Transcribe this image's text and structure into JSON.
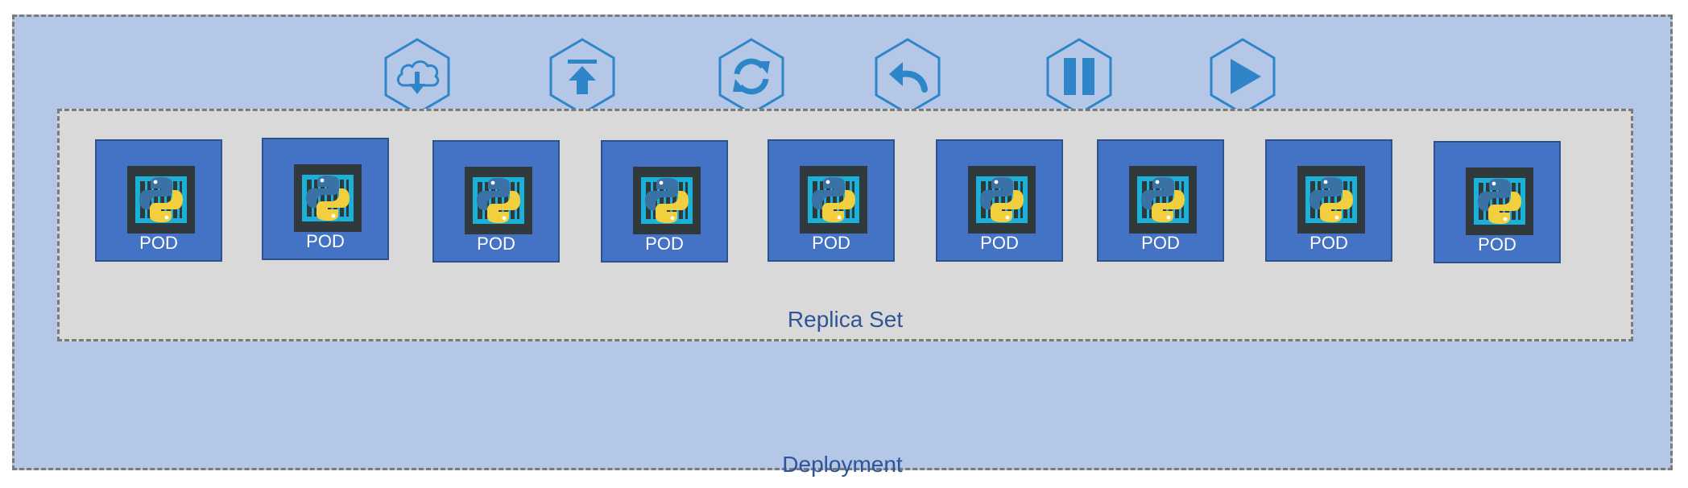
{
  "diagram": {
    "deployment": {
      "label": "Deployment"
    },
    "replica_set": {
      "label": "Replica Set"
    },
    "actions": [
      {
        "icon": "cloud-download-icon"
      },
      {
        "icon": "upload-icon"
      },
      {
        "icon": "refresh-icon"
      },
      {
        "icon": "undo-icon"
      },
      {
        "icon": "pause-icon"
      },
      {
        "icon": "play-icon"
      }
    ],
    "pods": [
      {
        "label": "POD",
        "icon": "python-container-icon"
      },
      {
        "label": "POD",
        "icon": "python-container-icon"
      },
      {
        "label": "POD",
        "icon": "python-container-icon"
      },
      {
        "label": "POD",
        "icon": "python-container-icon"
      },
      {
        "label": "POD",
        "icon": "python-container-icon"
      },
      {
        "label": "POD",
        "icon": "python-container-icon"
      },
      {
        "label": "POD",
        "icon": "python-container-icon"
      },
      {
        "label": "POD",
        "icon": "python-container-icon"
      },
      {
        "label": "POD",
        "icon": "python-container-icon"
      }
    ],
    "colors": {
      "deployment_bg": "#b4c7e7",
      "replica_set_bg": "#d9d9d9",
      "pod_bg": "#4472c4",
      "icon_accent": "#2e86c9",
      "label_text": "#2f5597"
    }
  }
}
